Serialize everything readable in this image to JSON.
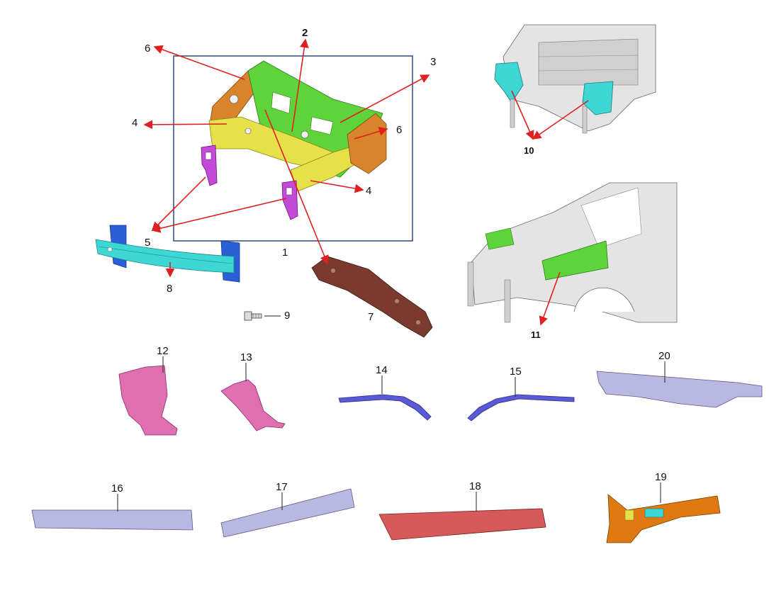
{
  "callouts": {
    "c1": "1",
    "c2": "2",
    "c3": "3",
    "c4a": "4",
    "c4b": "4",
    "c5": "5",
    "c6a": "6",
    "c6b": "6",
    "c7": "7",
    "c8": "8",
    "c9": "9",
    "c10": "10",
    "c11": "11",
    "c12": "12",
    "c13": "13",
    "c14": "14",
    "c15": "15",
    "c16": "16",
    "c17": "17",
    "c18": "18",
    "c19": "19",
    "c20": "20"
  },
  "colors": {
    "arrow": "#e02020",
    "frame": "#2f4a7a",
    "green": "#5fd43a",
    "yellow": "#e6e04a",
    "orange": "#d7842a",
    "magenta": "#c24ad6",
    "cyan": "#3fd6d6",
    "blue": "#2a5fd6",
    "maroon": "#7a3a30",
    "pink": "#e06fb0",
    "violet": "#5a5ad6",
    "lavender": "#b8b8e0",
    "salmon": "#d65a5a",
    "amber": "#e07a10",
    "gray": "#d8d8d8"
  }
}
